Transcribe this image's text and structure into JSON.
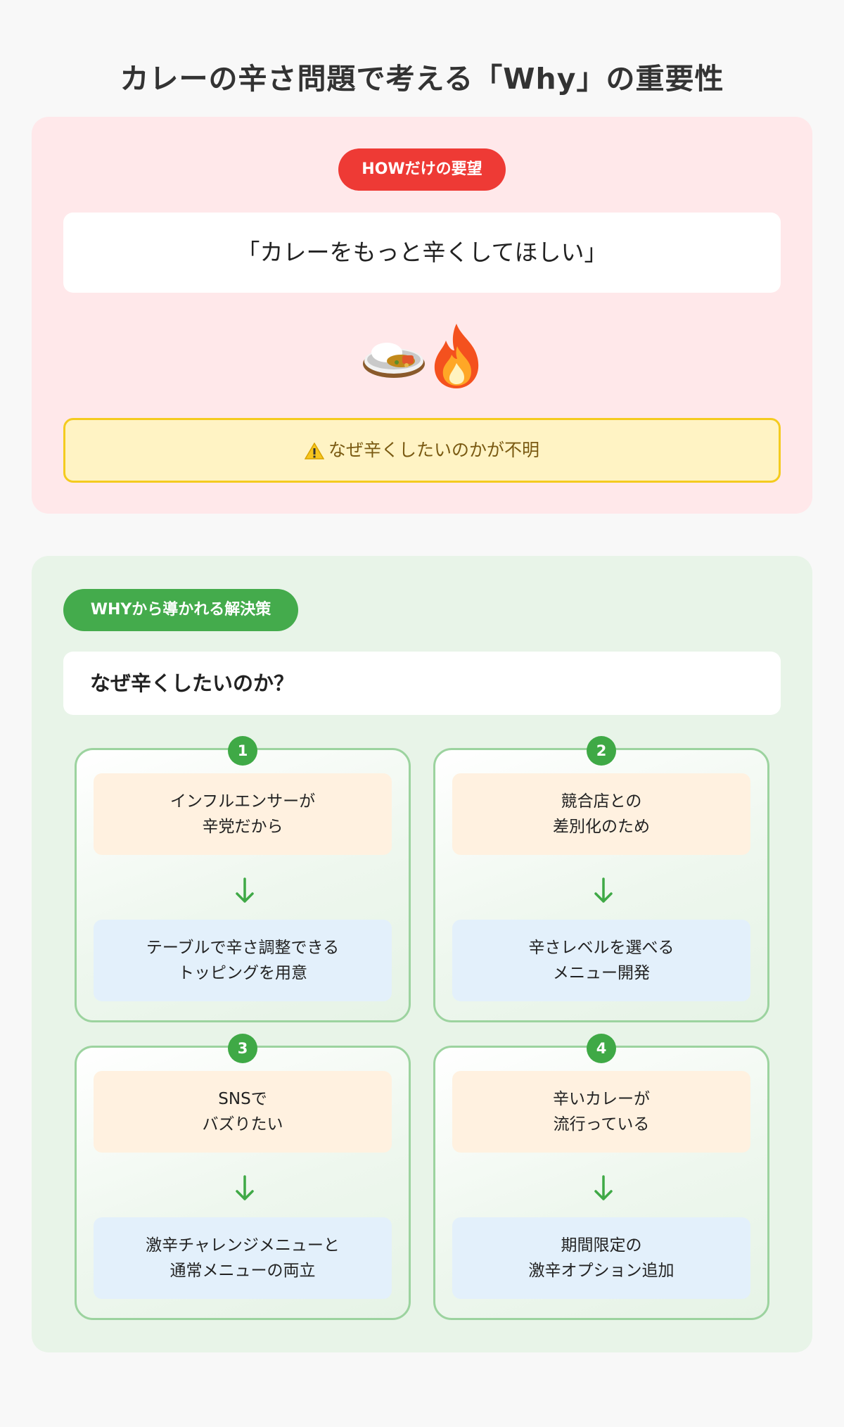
{
  "title": "カレーの辛さ問題で考える「Why」の重要性",
  "how_section": {
    "badge": "HOWだけの要望",
    "request": "「カレーをもっと辛くしてほしい」",
    "emojis": [
      "curry-rice-icon",
      "fire-icon"
    ],
    "warning": "なぜ辛くしたいのかが不明"
  },
  "why_section": {
    "badge": "WHYから導かれる解決策",
    "question": "なぜ辛くしたいのか？",
    "cards": [
      {
        "number": "1",
        "reason": "インフルエンサーが\n辛党だから",
        "solution": "テーブルで辛さ調整できる\nトッピングを用意"
      },
      {
        "number": "2",
        "reason": "競合店との\n差別化のため",
        "solution": "辛さレベルを選べる\nメニュー開発"
      },
      {
        "number": "3",
        "reason": "SNSで\nバズりたい",
        "solution": "激辛チャレンジメニューと\n通常メニューの両立"
      },
      {
        "number": "4",
        "reason": "辛いカレーが\n流行っている",
        "solution": "期間限定の\n激辛オプション追加"
      }
    ]
  },
  "colors": {
    "how_bg": "#ffe8ea",
    "how_badge": "#ee3a35",
    "why_bg": "#e8f4e8",
    "why_badge": "#44ab4c",
    "reason_bg": "#fff1e0",
    "solution_bg": "#e3f0fb",
    "warning_bg": "#fff3c4",
    "warning_border": "#f4cb1f"
  }
}
